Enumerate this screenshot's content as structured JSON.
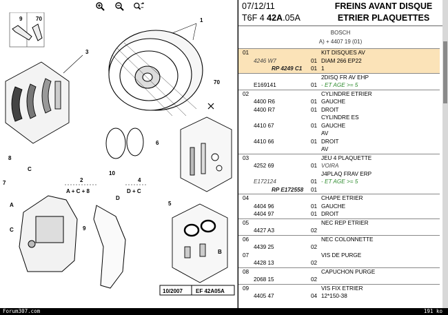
{
  "header": {
    "date": "07/12/11",
    "ref_prefix": "T6F 4 ",
    "ref_bold": "42A",
    "ref_suffix": ".05A",
    "title_line1": "FREINS AVANT DISQUE",
    "title_line2": "ETRIER PLAQUETTES",
    "brand": "BOSCH",
    "applicability": "A) + 4407 19 (01)"
  },
  "diagram": {
    "labels": [
      "9",
      "70",
      "1",
      "3",
      "70",
      "6",
      "10",
      "8",
      "C",
      "7",
      "2",
      "4",
      "A + C + 8",
      "D + C",
      "A",
      "D",
      "C",
      "9",
      "5",
      "B"
    ],
    "stamp_date": "10/2007",
    "stamp_ref": "EF 42A05A"
  },
  "groups": [
    {
      "highlight": true,
      "lines": [
        {
          "qty": "01",
          "ref": "",
          "col2": "",
          "desc": "KIT DISQUES AV"
        },
        {
          "qty": "",
          "ref": "4246 W7",
          "ref_style": "it",
          "col2": "01",
          "desc": "DIAM 266 EP22"
        },
        {
          "qty": "",
          "ref": "RP 4249 C1",
          "ref_style": "rp",
          "col2": "01",
          "desc": "1"
        }
      ]
    },
    {
      "highlight": false,
      "lines": [
        {
          "qty": "",
          "ref": "",
          "col2": "",
          "desc": "2DISQ FR AV EHP"
        },
        {
          "qty": "",
          "ref": "E169141",
          "col2": "01",
          "desc": "- ET AGE >= 5",
          "desc_style": "green"
        }
      ]
    },
    {
      "highlight": false,
      "lines": [
        {
          "qty": "02",
          "ref": "",
          "col2": "",
          "desc": "CYLINDRE ETRIER"
        },
        {
          "qty": "",
          "ref": "4400 R6",
          "col2": "01",
          "desc": "GAUCHE"
        },
        {
          "qty": "",
          "ref": "4400 R7",
          "col2": "01",
          "desc": "DROIT"
        },
        {
          "qty": "",
          "ref": "",
          "col2": "",
          "desc": "CYLINDRE ES"
        },
        {
          "qty": "",
          "ref": "4410 67",
          "col2": "01",
          "desc": "GAUCHE"
        },
        {
          "qty": "",
          "ref": "",
          "col2": "",
          "desc": "AV"
        },
        {
          "qty": "",
          "ref": "4410 66",
          "col2": "01",
          "desc": "DROIT"
        },
        {
          "qty": "",
          "ref": "",
          "col2": "",
          "desc": "AV"
        }
      ]
    },
    {
      "highlight": false,
      "lines": [
        {
          "qty": "03",
          "ref": "",
          "col2": "",
          "desc": "JEU 4 PLAQUETTE"
        },
        {
          "qty": "",
          "ref": "4252 69",
          "col2": "01",
          "desc": "VOIRA",
          "desc_style": "it"
        },
        {
          "qty": "",
          "ref": "",
          "col2": "",
          "desc": "J4PLAQ FRAV ERP"
        },
        {
          "qty": "",
          "ref": "E172124",
          "ref_style": "it",
          "col2": "01",
          "desc": "- ET AGE >= 5",
          "desc_style": "green"
        },
        {
          "qty": "",
          "ref": "RP E172558",
          "ref_style": "rp",
          "col2": "01",
          "desc": ""
        }
      ]
    },
    {
      "highlight": false,
      "lines": [
        {
          "qty": "04",
          "ref": "",
          "col2": "",
          "desc": "CHAPE ETRIER"
        },
        {
          "qty": "",
          "ref": "4404 96",
          "col2": "01",
          "desc": "GAUCHE"
        },
        {
          "qty": "",
          "ref": "4404 97",
          "col2": "01",
          "desc": "DROIT"
        }
      ]
    },
    {
      "highlight": false,
      "lines": [
        {
          "qty": "05",
          "ref": "",
          "col2": "",
          "desc": "NEC REP ETRIER"
        },
        {
          "qty": "",
          "ref": "4427 A3",
          "col2": "02",
          "desc": ""
        }
      ]
    },
    {
      "highlight": false,
      "lines": [
        {
          "qty": "06",
          "ref": "",
          "col2": "",
          "desc": "NEC COLONNETTE"
        },
        {
          "qty": "",
          "ref": "4439 25",
          "col2": "02",
          "desc": ""
        },
        {
          "qty": "07",
          "ref": "",
          "col2": "",
          "desc": "VIS DE PURGE"
        },
        {
          "qty": "",
          "ref": "4428 13",
          "col2": "02",
          "desc": ""
        }
      ]
    },
    {
      "highlight": false,
      "lines": [
        {
          "qty": "08",
          "ref": "",
          "col2": "",
          "desc": "CAPUCHON PURGE"
        },
        {
          "qty": "",
          "ref": "2068 15",
          "col2": "02",
          "desc": ""
        }
      ]
    },
    {
      "highlight": false,
      "lines": [
        {
          "qty": "09",
          "ref": "",
          "col2": "",
          "desc": "VIS FIX ETRIER"
        },
        {
          "qty": "",
          "ref": "4405 47",
          "col2": "04",
          "desc": "12*150-38"
        }
      ]
    }
  ],
  "footer": {
    "site": "Forum307.com",
    "size": "191 ko"
  },
  "icons": {
    "zoom_in": "zoom-in-icon",
    "zoom_out": "zoom-out-icon",
    "zoom_fit": "zoom-fit-icon"
  },
  "colors": {
    "highlight_row": "#fbe3b8",
    "green_text": "#2c8a2c"
  }
}
